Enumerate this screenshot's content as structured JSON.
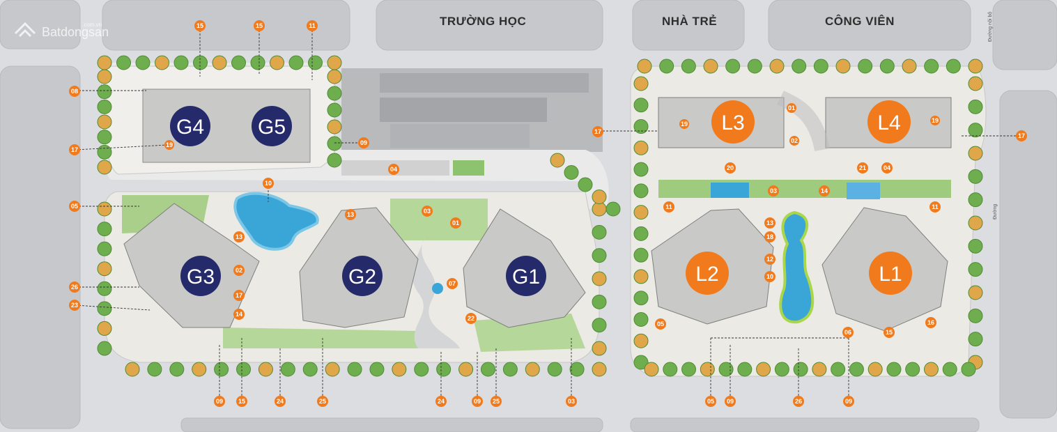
{
  "watermark": {
    "brand": "Batdongsan",
    "domain": ".com.vn"
  },
  "area_labels": [
    {
      "id": "school",
      "text": "TRƯỜNG HỌC"
    },
    {
      "id": "kindergarten",
      "text": "NHÀ TRẺ"
    },
    {
      "id": "park",
      "text": "CÔNG VIÊN"
    }
  ],
  "buildings": {
    "G1": "G1",
    "G2": "G2",
    "G3": "G3",
    "G4": "G4",
    "G5": "G5",
    "L1": "L1",
    "L2": "L2",
    "L3": "L3",
    "L4": "L4"
  },
  "colors": {
    "g_tower": "#252a6b",
    "l_tower": "#f07a1c",
    "marker": "#f07a1c",
    "water": "#3aa6d8",
    "lawn": "#8dc26f",
    "road": "#d9dadc"
  },
  "road_labels": [
    "Đường nội bộ",
    "Đường"
  ],
  "markers": [
    "15",
    "15",
    "11",
    "08",
    "17",
    "19",
    "09",
    "04",
    "10",
    "05",
    "13",
    "13",
    "03",
    "01",
    "02",
    "17",
    "14",
    "07",
    "22",
    "26",
    "23",
    "09",
    "15",
    "24",
    "25",
    "24",
    "09",
    "25",
    "03",
    "01",
    "02",
    "19",
    "19",
    "17",
    "17",
    "20",
    "21",
    "04",
    "03",
    "14",
    "11",
    "11",
    "13",
    "18",
    "12",
    "10",
    "05",
    "06",
    "15",
    "16",
    "05",
    "09",
    "26",
    "09"
  ]
}
